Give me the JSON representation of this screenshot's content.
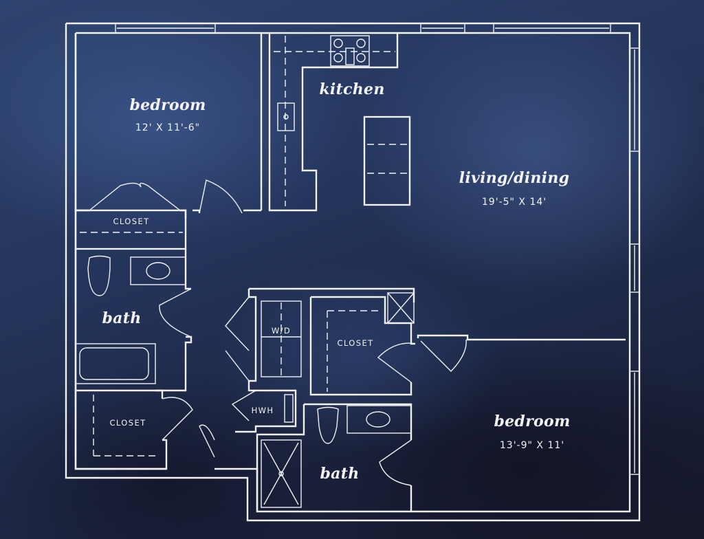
{
  "floorplan": {
    "rooms": {
      "bedroom_1": {
        "name": "bedroom",
        "dimensions": "12' X 11'-6\""
      },
      "kitchen": {
        "name": "kitchen"
      },
      "living_dining": {
        "name": "living/dining",
        "dimensions": "19'-5\" X 14'"
      },
      "bedroom_2": {
        "name": "bedroom",
        "dimensions": "13'-9\" X 11'"
      },
      "bath_1": {
        "name": "bath"
      },
      "bath_2": {
        "name": "bath"
      }
    },
    "labels": {
      "closet_bedroom_1": "CLOSET",
      "closet_hall": "CLOSET",
      "closet_bedroom_2": "CLOSET",
      "washer_dryer": "W/D",
      "water_heater": "HWH"
    },
    "colors": {
      "line": "#f2f2f2",
      "background": "#23304f"
    }
  }
}
